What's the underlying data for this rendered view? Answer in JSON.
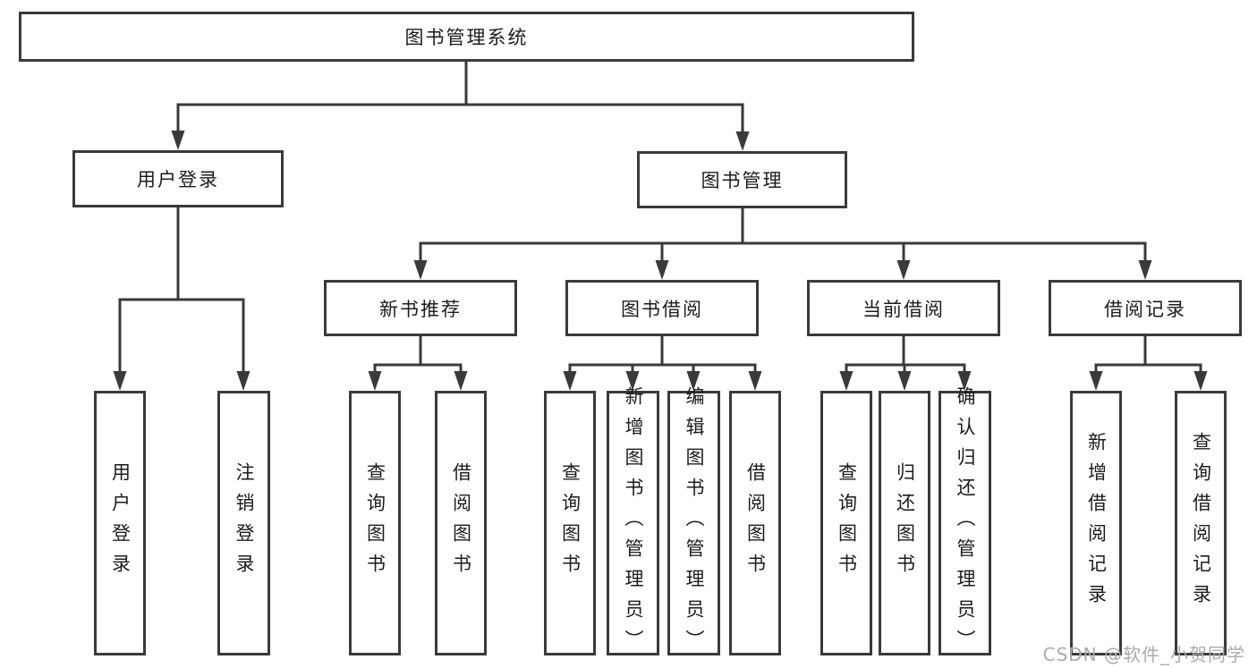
{
  "diagram": {
    "type": "functional-structure-tree",
    "root": {
      "label": "图书管理系统",
      "children": [
        {
          "label": "用户登录",
          "children": [
            {
              "label": "用户登录"
            },
            {
              "label": "注销登录"
            }
          ]
        },
        {
          "label": "图书管理",
          "children": [
            {
              "label": "新书推荐",
              "children": [
                {
                  "label": "查询图书"
                },
                {
                  "label": "借阅图书"
                }
              ]
            },
            {
              "label": "图书借阅",
              "children": [
                {
                  "label": "查询图书"
                },
                {
                  "label": "新增图书（管理员）"
                },
                {
                  "label": "编辑图书（管理员）"
                },
                {
                  "label": "借阅图书"
                }
              ]
            },
            {
              "label": "当前借阅",
              "children": [
                {
                  "label": "查询图书"
                },
                {
                  "label": "归还图书"
                },
                {
                  "label": "确认归还（管理员）"
                }
              ]
            },
            {
              "label": "借阅记录",
              "children": [
                {
                  "label": "新增借阅记录"
                },
                {
                  "label": "查询借阅记录"
                }
              ]
            }
          ]
        }
      ]
    }
  },
  "watermark": {
    "text": "CSDN @软件_小贺同学"
  },
  "colors": {
    "line": "#3a3a3a",
    "text": "#1c1c1c",
    "watermark": "#ababab",
    "background": "#ffffff"
  }
}
